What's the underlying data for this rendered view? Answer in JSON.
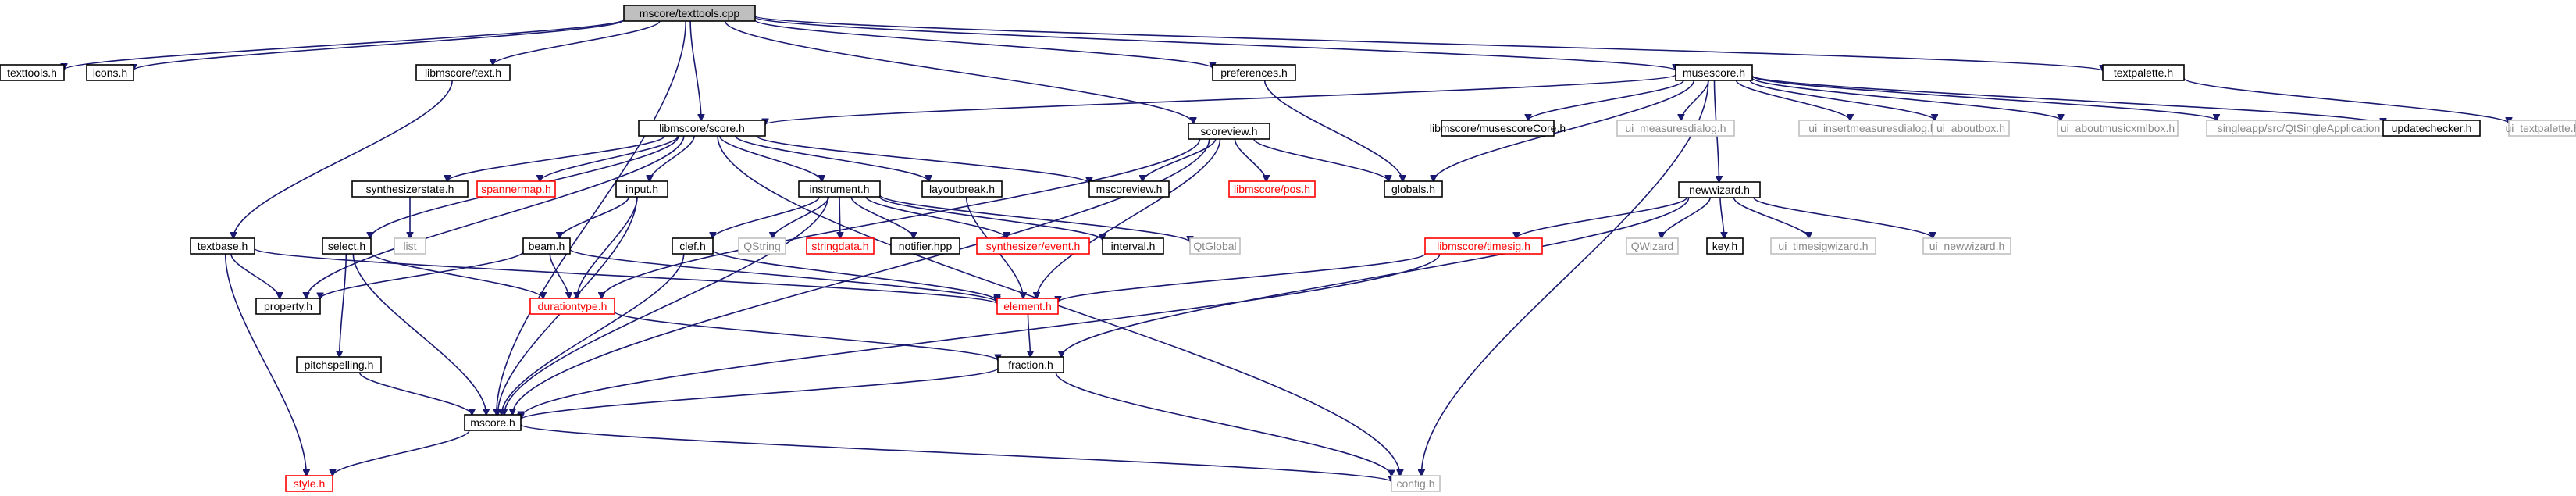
{
  "diagram": {
    "type": "include-dependency-graph",
    "colors": {
      "edge": "#191970",
      "border_default": "#000000",
      "border_missing": "#bfbfbf",
      "border_truncated": "#ff0000",
      "root_fill": "#bfbfbf",
      "text_default": "#000000",
      "text_faded": "#888888",
      "text_red": "#ff0000"
    },
    "nodes": [
      {
        "id": "root",
        "label": "mscore/texttools.cpp",
        "style": "root"
      },
      {
        "id": "texttools",
        "label": "texttools.h",
        "style": "normal"
      },
      {
        "id": "icons",
        "label": "icons.h",
        "style": "normal"
      },
      {
        "id": "libtext",
        "label": "libmscore/text.h",
        "style": "normal"
      },
      {
        "id": "preferences",
        "label": "preferences.h",
        "style": "normal"
      },
      {
        "id": "musescore",
        "label": "musescore.h",
        "style": "normal"
      },
      {
        "id": "textpalette",
        "label": "textpalette.h",
        "style": "normal"
      },
      {
        "id": "libscore",
        "label": "libmscore/score.h",
        "style": "normal"
      },
      {
        "id": "scoreview",
        "label": "scoreview.h",
        "style": "normal"
      },
      {
        "id": "musescorecore",
        "label": "libmscore/musescoreCore.h",
        "style": "normal"
      },
      {
        "id": "ui_measuresdialog",
        "label": "ui_measuresdialog.h",
        "style": "missing"
      },
      {
        "id": "ui_insertmeasuresdialog",
        "label": "ui_insertmeasuresdialog.h",
        "style": "missing"
      },
      {
        "id": "ui_aboutbox",
        "label": "ui_aboutbox.h",
        "style": "missing"
      },
      {
        "id": "ui_aboutmusicxmlbox",
        "label": "ui_aboutmusicxmlbox.h",
        "style": "missing"
      },
      {
        "id": "singleapp",
        "label": "singleapp/src/QtSingleApplication",
        "style": "missing"
      },
      {
        "id": "updatechecker",
        "label": "updatechecker.h",
        "style": "normal"
      },
      {
        "id": "ui_textpalette",
        "label": "ui_textpalette.h",
        "style": "missing"
      },
      {
        "id": "synthesizerstate",
        "label": "synthesizerstate.h",
        "style": "normal"
      },
      {
        "id": "spannermap",
        "label": "spannermap.h",
        "style": "truncated"
      },
      {
        "id": "input",
        "label": "input.h",
        "style": "normal"
      },
      {
        "id": "instrument",
        "label": "instrument.h",
        "style": "normal"
      },
      {
        "id": "layoutbreak",
        "label": "layoutbreak.h",
        "style": "normal"
      },
      {
        "id": "mscoreview",
        "label": "mscoreview.h",
        "style": "normal"
      },
      {
        "id": "libpos",
        "label": "libmscore/pos.h",
        "style": "truncated"
      },
      {
        "id": "globals",
        "label": "globals.h",
        "style": "normal"
      },
      {
        "id": "newwizard",
        "label": "newwizard.h",
        "style": "normal"
      },
      {
        "id": "list",
        "label": "list",
        "style": "missing"
      },
      {
        "id": "textbase",
        "label": "textbase.h",
        "style": "normal"
      },
      {
        "id": "select",
        "label": "select.h",
        "style": "normal"
      },
      {
        "id": "beam",
        "label": "beam.h",
        "style": "normal"
      },
      {
        "id": "clef",
        "label": "clef.h",
        "style": "normal"
      },
      {
        "id": "qstring",
        "label": "QString",
        "style": "missing"
      },
      {
        "id": "stringdata",
        "label": "stringdata.h",
        "style": "truncated"
      },
      {
        "id": "notifier",
        "label": "notifier.hpp",
        "style": "normal"
      },
      {
        "id": "synthesizerevent",
        "label": "synthesizer/event.h",
        "style": "truncated"
      },
      {
        "id": "interval",
        "label": "interval.h",
        "style": "normal"
      },
      {
        "id": "qtglobal",
        "label": "QtGlobal",
        "style": "missing"
      },
      {
        "id": "libtimesig",
        "label": "libmscore/timesig.h",
        "style": "truncated"
      },
      {
        "id": "qwizard",
        "label": "QWizard",
        "style": "missing"
      },
      {
        "id": "key",
        "label": "key.h",
        "style": "normal"
      },
      {
        "id": "ui_timesigwizard",
        "label": "ui_timesigwizard.h",
        "style": "missing"
      },
      {
        "id": "ui_newwizard",
        "label": "ui_newwizard.h",
        "style": "missing"
      },
      {
        "id": "property",
        "label": "property.h",
        "style": "normal"
      },
      {
        "id": "durationtype",
        "label": "durationtype.h",
        "style": "truncated"
      },
      {
        "id": "element",
        "label": "element.h",
        "style": "truncated"
      },
      {
        "id": "pitchspelling",
        "label": "pitchspelling.h",
        "style": "normal"
      },
      {
        "id": "fraction",
        "label": "fraction.h",
        "style": "normal"
      },
      {
        "id": "mscore",
        "label": "mscore.h",
        "style": "normal"
      },
      {
        "id": "style",
        "label": "style.h",
        "style": "truncated"
      },
      {
        "id": "config",
        "label": "config.h",
        "style": "missing"
      }
    ],
    "edges": [
      [
        "root",
        "texttools"
      ],
      [
        "root",
        "icons"
      ],
      [
        "root",
        "libtext"
      ],
      [
        "root",
        "preferences"
      ],
      [
        "root",
        "musescore"
      ],
      [
        "root",
        "textpalette"
      ],
      [
        "root",
        "libscore"
      ],
      [
        "root",
        "scoreview"
      ],
      [
        "root",
        "mscore"
      ],
      [
        "libtext",
        "textbase"
      ],
      [
        "preferences",
        "globals"
      ],
      [
        "musescore",
        "libscore"
      ],
      [
        "musescore",
        "musescorecore"
      ],
      [
        "musescore",
        "ui_measuresdialog"
      ],
      [
        "musescore",
        "ui_insertmeasuresdialog"
      ],
      [
        "musescore",
        "ui_aboutbox"
      ],
      [
        "musescore",
        "ui_aboutmusicxmlbox"
      ],
      [
        "musescore",
        "singleapp"
      ],
      [
        "musescore",
        "updatechecker"
      ],
      [
        "musescore",
        "globals"
      ],
      [
        "musescore",
        "newwizard"
      ],
      [
        "musescore",
        "config"
      ],
      [
        "textpalette",
        "ui_textpalette"
      ],
      [
        "libscore",
        "synthesizerstate"
      ],
      [
        "libscore",
        "spannermap"
      ],
      [
        "libscore",
        "input"
      ],
      [
        "libscore",
        "instrument"
      ],
      [
        "libscore",
        "layoutbreak"
      ],
      [
        "libscore",
        "mscoreview"
      ],
      [
        "libscore",
        "select"
      ],
      [
        "libscore",
        "property"
      ],
      [
        "libscore",
        "config"
      ],
      [
        "scoreview",
        "mscoreview"
      ],
      [
        "scoreview",
        "libpos"
      ],
      [
        "scoreview",
        "globals"
      ],
      [
        "scoreview",
        "mscore"
      ],
      [
        "scoreview",
        "durationtype"
      ],
      [
        "scoreview",
        "element"
      ],
      [
        "synthesizerstate",
        "list"
      ],
      [
        "input",
        "beam"
      ],
      [
        "input",
        "durationtype"
      ],
      [
        "input",
        "mscore"
      ],
      [
        "instrument",
        "clef"
      ],
      [
        "instrument",
        "qstring"
      ],
      [
        "instrument",
        "stringdata"
      ],
      [
        "instrument",
        "notifier"
      ],
      [
        "instrument",
        "synthesizerevent"
      ],
      [
        "instrument",
        "interval"
      ],
      [
        "instrument",
        "qtglobal"
      ],
      [
        "instrument",
        "mscore"
      ],
      [
        "layoutbreak",
        "element"
      ],
      [
        "newwizard",
        "libtimesig"
      ],
      [
        "newwizard",
        "qwizard"
      ],
      [
        "newwizard",
        "key"
      ],
      [
        "newwizard",
        "ui_timesigwizard"
      ],
      [
        "newwizard",
        "ui_newwizard"
      ],
      [
        "newwizard",
        "fraction"
      ],
      [
        "textbase",
        "property"
      ],
      [
        "textbase",
        "element"
      ],
      [
        "textbase",
        "style"
      ],
      [
        "select",
        "durationtype"
      ],
      [
        "select",
        "pitchspelling"
      ],
      [
        "select",
        "mscore"
      ],
      [
        "beam",
        "property"
      ],
      [
        "beam",
        "durationtype"
      ],
      [
        "beam",
        "element"
      ],
      [
        "clef",
        "element"
      ],
      [
        "clef",
        "mscore"
      ],
      [
        "libtimesig",
        "element"
      ],
      [
        "libtimesig",
        "mscore"
      ],
      [
        "durationtype",
        "fraction"
      ],
      [
        "element",
        "fraction"
      ],
      [
        "pitchspelling",
        "mscore"
      ],
      [
        "fraction",
        "mscore"
      ],
      [
        "fraction",
        "config"
      ],
      [
        "mscore",
        "style"
      ],
      [
        "mscore",
        "config"
      ]
    ]
  }
}
